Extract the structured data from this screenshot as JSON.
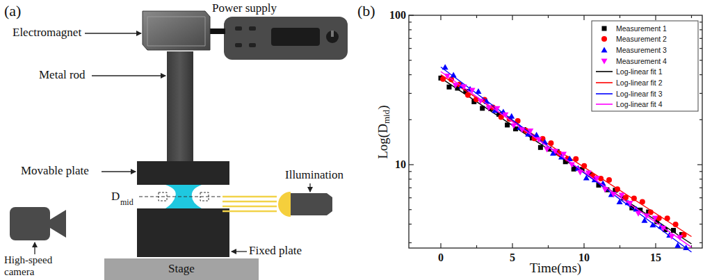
{
  "diagram": {
    "labels": [
      "(a)",
      "Power supply",
      "Electromagnet",
      "Metal rod",
      "Movable plate",
      "D",
      "mid",
      "Illumination",
      "Fixed plate",
      "High-speed camera",
      "Stage",
      "(b)",
      "100",
      "10",
      "0",
      "5",
      "10",
      "15",
      "Time(ms)",
      "Log(D",
      "mid",
      ")"
    ],
    "legend": [
      {
        "text": "Measurement 1"
      },
      {
        "text": "Measurement 2"
      },
      {
        "text": "Measurement 3"
      },
      {
        "text": "Measurement 4"
      },
      {
        "text": "Log-linear fit 1"
      },
      {
        "text": "Log-linear fit 2"
      },
      {
        "text": "Log-linear fit 3"
      },
      {
        "text": "Log-linear fit 4"
      }
    ]
  }
}
